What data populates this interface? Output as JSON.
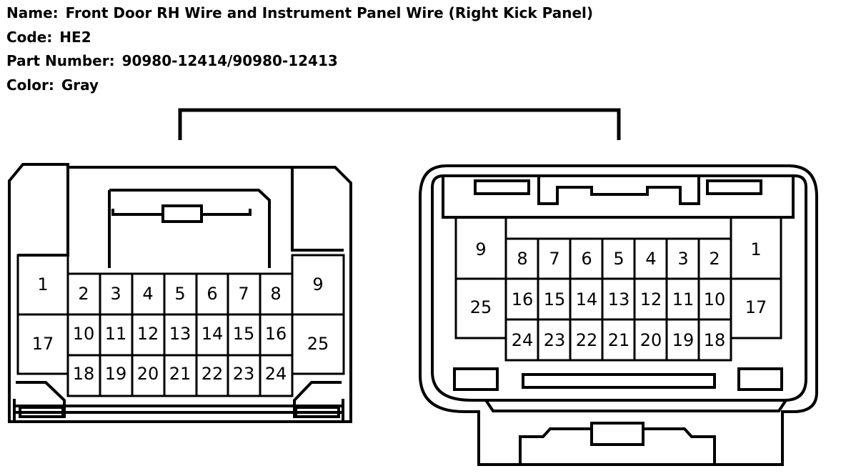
{
  "header": {
    "name_label": "Name:",
    "name_value": "Front Door RH Wire and Instrument Panel Wire (Right Kick Panel)",
    "code_label": "Code:",
    "code_value": "HE2",
    "part_label": "Part Number:",
    "part_value": "90980-12414/90980-12413",
    "color_label": "Color:",
    "color_value": "Gray"
  },
  "left_connector": {
    "pins": [
      "1",
      "2",
      "3",
      "4",
      "5",
      "6",
      "7",
      "8",
      "9",
      "10",
      "11",
      "12",
      "13",
      "14",
      "15",
      "16",
      "17",
      "18",
      "19",
      "20",
      "21",
      "22",
      "23",
      "24",
      "25"
    ]
  },
  "right_connector": {
    "pins": [
      "9",
      "8",
      "7",
      "6",
      "5",
      "4",
      "3",
      "2",
      "1",
      "25",
      "16",
      "15",
      "14",
      "13",
      "12",
      "11",
      "10",
      "17",
      "24",
      "23",
      "22",
      "21",
      "20",
      "19",
      "18"
    ]
  }
}
